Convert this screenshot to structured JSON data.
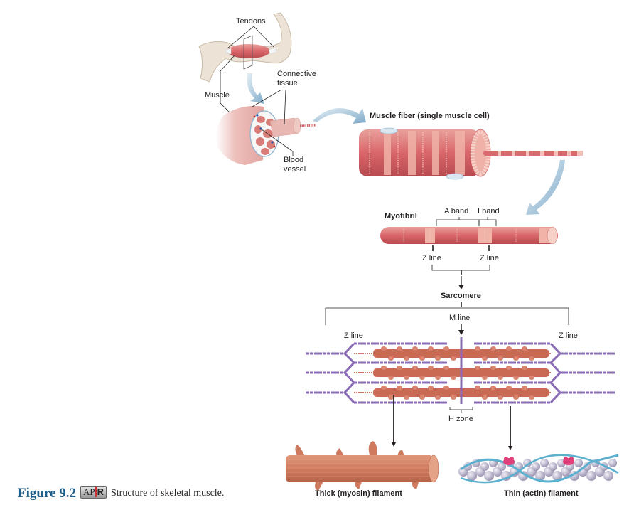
{
  "labels": {
    "tendons": "Tendons",
    "connective_tissue_line1": "Connective",
    "connective_tissue_line2": "tissue",
    "muscle": "Muscle",
    "blood_vessel_line1": "Blood",
    "blood_vessel_line2": "vessel",
    "muscle_fiber": "Muscle fiber (single muscle cell)",
    "myofibril": "Myofibril",
    "a_band": "A band",
    "i_band": "I band",
    "z_line_left_myofibril": "Z line",
    "z_line_right_myofibril": "Z line",
    "sarcomere": "Sarcomere",
    "m_line": "M line",
    "z_line_left_sarcomere": "Z line",
    "z_line_right_sarcomere": "Z line",
    "h_zone": "H zone",
    "thick_filament": "Thick (myosin) filament",
    "thin_filament": "Thin (actin) filament"
  },
  "caption": {
    "figure_number": "Figure 9.2",
    "badge_ap": "AP",
    "badge_r": "R",
    "text": "Structure of skeletal muscle."
  },
  "colors": {
    "muscle_red": "#d9666a",
    "muscle_light": "#f0b3a8",
    "arrow_blue": "#8fb8d3",
    "actin_purple": "#8a6bb5",
    "myosin_orange": "#c96a55",
    "caption_blue": "#1f5f8b",
    "troponin_pink": "#e0407a",
    "tropomyosin_blue": "#5bb0cf",
    "actin_bead": "#b9b4cc"
  }
}
